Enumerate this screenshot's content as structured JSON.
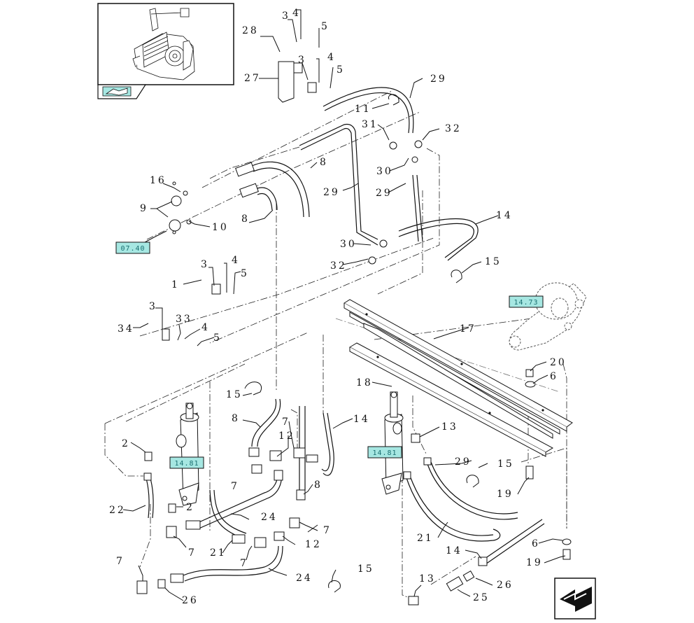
{
  "diagram": {
    "callouts": [
      {
        "id": "c28",
        "text": "28"
      },
      {
        "id": "c3a",
        "text": "3"
      },
      {
        "id": "c4a",
        "text": "4"
      },
      {
        "id": "c5a",
        "text": "5"
      },
      {
        "id": "c3b",
        "text": "3"
      },
      {
        "id": "c4b",
        "text": "4"
      },
      {
        "id": "c5b",
        "text": "5"
      },
      {
        "id": "c27",
        "text": "27"
      },
      {
        "id": "c29a",
        "text": "29"
      },
      {
        "id": "c11",
        "text": "11"
      },
      {
        "id": "c31",
        "text": "31"
      },
      {
        "id": "c32a",
        "text": "32"
      },
      {
        "id": "c30a",
        "text": "30"
      },
      {
        "id": "c29b",
        "text": "29"
      },
      {
        "id": "c29c",
        "text": "29"
      },
      {
        "id": "c8a",
        "text": "8"
      },
      {
        "id": "c16",
        "text": "16"
      },
      {
        "id": "c9",
        "text": "9"
      },
      {
        "id": "c8b",
        "text": "8"
      },
      {
        "id": "c10",
        "text": "10"
      },
      {
        "id": "c30b",
        "text": "30"
      },
      {
        "id": "c32b",
        "text": "32"
      },
      {
        "id": "c14a",
        "text": "14"
      },
      {
        "id": "c15a",
        "text": "15"
      },
      {
        "id": "c3c",
        "text": "3"
      },
      {
        "id": "c4c",
        "text": "4"
      },
      {
        "id": "c1",
        "text": "1"
      },
      {
        "id": "c5c",
        "text": "5"
      },
      {
        "id": "c3d",
        "text": "3"
      },
      {
        "id": "c33",
        "text": "33"
      },
      {
        "id": "c34",
        "text": "34"
      },
      {
        "id": "c4d",
        "text": "4"
      },
      {
        "id": "c5d",
        "text": "5"
      },
      {
        "id": "c17",
        "text": "17"
      },
      {
        "id": "c20",
        "text": "20"
      },
      {
        "id": "c6a",
        "text": "6"
      },
      {
        "id": "c18",
        "text": "18"
      },
      {
        "id": "c15b",
        "text": "15"
      },
      {
        "id": "c8c",
        "text": "8"
      },
      {
        "id": "c7a",
        "text": "7"
      },
      {
        "id": "c14b",
        "text": "14"
      },
      {
        "id": "c12a",
        "text": "12"
      },
      {
        "id": "c13a",
        "text": "13"
      },
      {
        "id": "c2a",
        "text": "2"
      },
      {
        "id": "c29d",
        "text": "29"
      },
      {
        "id": "c15c",
        "text": "15"
      },
      {
        "id": "c7b",
        "text": "7"
      },
      {
        "id": "c22",
        "text": "22"
      },
      {
        "id": "c2b",
        "text": "2"
      },
      {
        "id": "c8d",
        "text": "8"
      },
      {
        "id": "c19a",
        "text": "19"
      },
      {
        "id": "c24a",
        "text": "24"
      },
      {
        "id": "c7c",
        "text": "7"
      },
      {
        "id": "c21a",
        "text": "21"
      },
      {
        "id": "c7d",
        "text": "7"
      },
      {
        "id": "c12b",
        "text": "12"
      },
      {
        "id": "c21b",
        "text": "21"
      },
      {
        "id": "c14c",
        "text": "14"
      },
      {
        "id": "c6b",
        "text": "6"
      },
      {
        "id": "c19b",
        "text": "19"
      },
      {
        "id": "c7e",
        "text": "7"
      },
      {
        "id": "c7f",
        "text": "7"
      },
      {
        "id": "c15d",
        "text": "15"
      },
      {
        "id": "c24b",
        "text": "24"
      },
      {
        "id": "c13b",
        "text": "13"
      },
      {
        "id": "c26a",
        "text": "26"
      },
      {
        "id": "c26b",
        "text": "26"
      },
      {
        "id": "c25",
        "text": "25"
      }
    ],
    "refs": [
      {
        "id": "r07",
        "text": "07.40"
      },
      {
        "id": "r14a",
        "text": "14.73"
      },
      {
        "id": "r14b",
        "text": "14.81"
      },
      {
        "id": "r14c",
        "text": "14.81"
      }
    ],
    "icons": {
      "thumbnail": "assembly-thumbnail",
      "thumb_tag": "book-icon",
      "nav": "arrow-icon"
    },
    "colors": {
      "ref_fill": "#a6e7e2",
      "ref_text": "#1a6f70",
      "line": "#111111"
    }
  }
}
